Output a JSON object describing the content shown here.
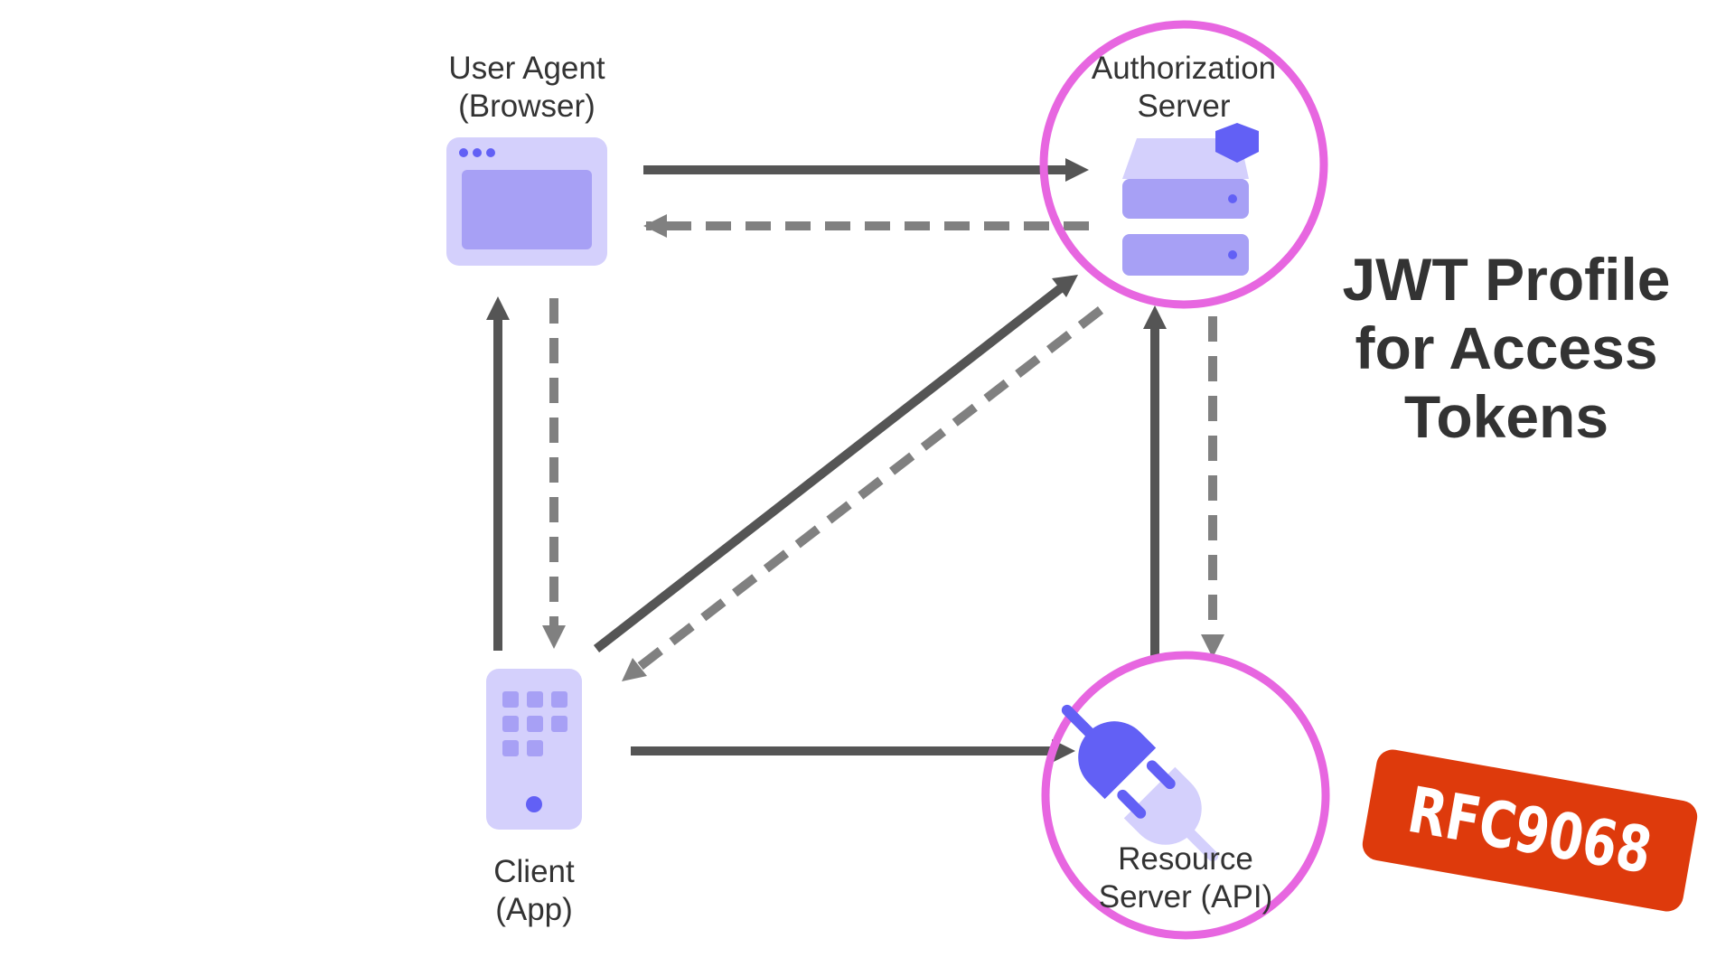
{
  "nodes": {
    "user_agent": {
      "line1": "User Agent",
      "line2": "(Browser)"
    },
    "authorization_server": {
      "line1": "Authorization",
      "line2": "Server"
    },
    "client": {
      "line1": "Client",
      "line2": "(App)"
    },
    "resource_server": {
      "line1": "Resource",
      "line2": "Server (API)"
    }
  },
  "title": {
    "line1": "JWT Profile",
    "line2": "for Access",
    "line3": "Tokens"
  },
  "badge": {
    "text": "RFC9068"
  },
  "colors": {
    "highlight_ring": "#E766E0",
    "icon_light": "#D4D0FC",
    "icon_mid": "#A7A0F5",
    "icon_dark": "#6260F5",
    "arrow_solid": "#555555",
    "arrow_dashed": "#808080",
    "badge": "#DE3A0C",
    "text": "#333333"
  }
}
